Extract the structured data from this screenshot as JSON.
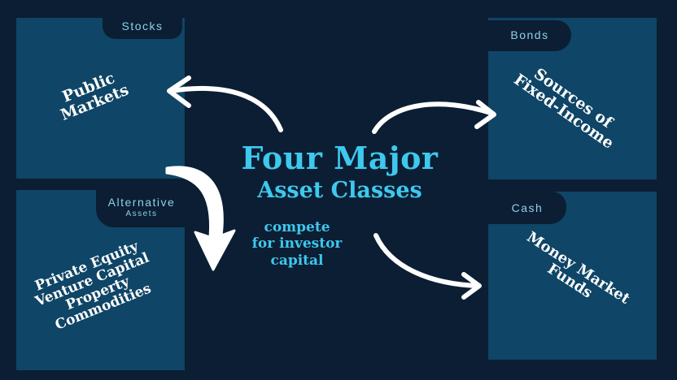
{
  "title": {
    "line1": "Four Major",
    "line2": "Asset Classes"
  },
  "subtitle": "compete\nfor investor\ncapital",
  "quadrants": {
    "stocks": {
      "tag": "Stocks",
      "text": "Public\nMarkets"
    },
    "bonds": {
      "tag": "Bonds",
      "text": "Sources of\nFixed-Income"
    },
    "alternative": {
      "tag_line1": "Alternative",
      "tag_line2": "Assets",
      "text": "Private Equity\nVenture Capital\nProperty\nCommodities"
    },
    "cash": {
      "tag": "Cash",
      "text": "Money Market\nFunds"
    }
  },
  "colors": {
    "background": "#0c1e33",
    "panel": "#0f4566",
    "accent": "#3ec8ee",
    "tag_text": "#8fd0ea",
    "arrow": "#ffffff"
  }
}
